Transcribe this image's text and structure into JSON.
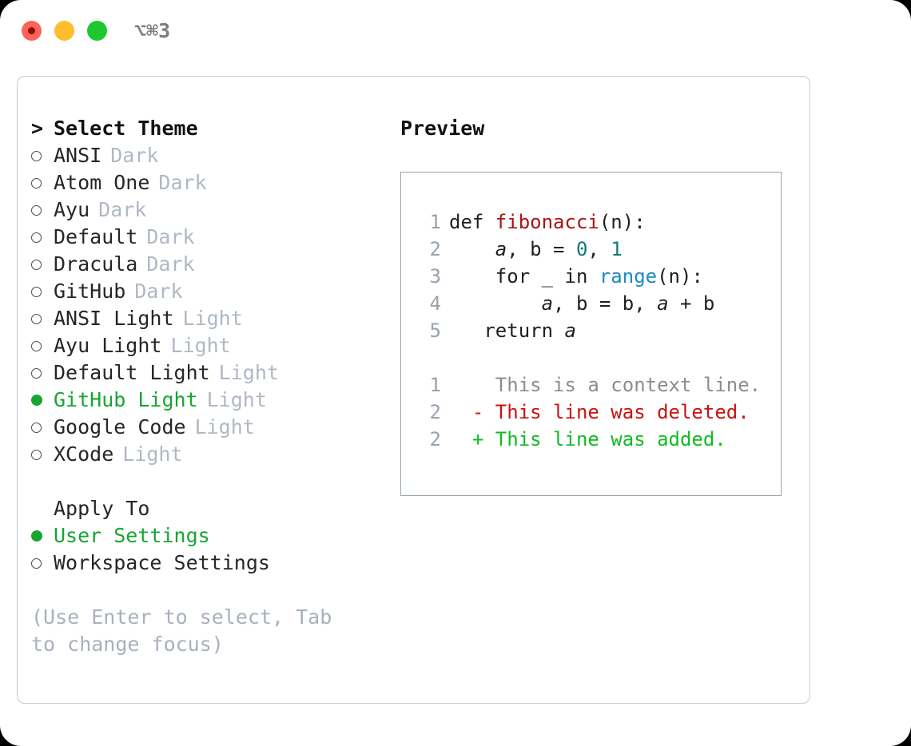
{
  "titlebar": {
    "shortcut": "⌥⌘3",
    "dots": [
      {
        "name": "close",
        "color": "#ff6259"
      },
      {
        "name": "minimize",
        "color": "#ffbd2e"
      },
      {
        "name": "maximize",
        "color": "#1fc72f"
      }
    ]
  },
  "theme_picker": {
    "caret": ">",
    "title": "Select Theme",
    "bullet_selected": "●",
    "bullet_unselected": "○",
    "items": [
      {
        "name": "ANSI",
        "tag": "Dark",
        "selected": false
      },
      {
        "name": "Atom One",
        "tag": "Dark",
        "selected": false
      },
      {
        "name": "Ayu",
        "tag": "Dark",
        "selected": false
      },
      {
        "name": "Default",
        "tag": "Dark",
        "selected": false
      },
      {
        "name": "Dracula",
        "tag": "Dark",
        "selected": false
      },
      {
        "name": "GitHub",
        "tag": "Dark",
        "selected": false
      },
      {
        "name": "ANSI Light",
        "tag": "Light",
        "selected": false
      },
      {
        "name": "Ayu Light",
        "tag": "Light",
        "selected": false
      },
      {
        "name": "Default Light",
        "tag": "Light",
        "selected": false
      },
      {
        "name": "GitHub Light",
        "tag": "Light",
        "selected": true
      },
      {
        "name": "Google Code",
        "tag": "Light",
        "selected": false
      },
      {
        "name": "XCode",
        "tag": "Light",
        "selected": false
      }
    ]
  },
  "apply_to": {
    "title": "Apply To",
    "items": [
      {
        "name": "User Settings",
        "selected": true
      },
      {
        "name": "Workspace Settings",
        "selected": false
      }
    ]
  },
  "hint": "(Use Enter to select, Tab to change focus)",
  "preview": {
    "title": "Preview",
    "code_lines": [
      {
        "no": "1",
        "indent": "",
        "tokens": [
          {
            "t": "def ",
            "c": "plain"
          },
          {
            "t": "fibonacci",
            "c": "fn"
          },
          {
            "t": "(n):",
            "c": "plain"
          }
        ]
      },
      {
        "no": "2",
        "indent": "    ",
        "tokens": [
          {
            "t": "a",
            "c": "var"
          },
          {
            "t": ", ",
            "c": "plain"
          },
          {
            "t": "b",
            "c": "plain"
          },
          {
            "t": " = ",
            "c": "plain"
          },
          {
            "t": "0",
            "c": "num"
          },
          {
            "t": ", ",
            "c": "plain"
          },
          {
            "t": "1",
            "c": "num"
          }
        ]
      },
      {
        "no": "3",
        "indent": "    ",
        "tokens": [
          {
            "t": "for _ in ",
            "c": "plain"
          },
          {
            "t": "range",
            "c": "kw"
          },
          {
            "t": "(n):",
            "c": "plain"
          }
        ]
      },
      {
        "no": "4",
        "indent": "        ",
        "tokens": [
          {
            "t": "a",
            "c": "var"
          },
          {
            "t": ", ",
            "c": "plain"
          },
          {
            "t": "b",
            "c": "plain"
          },
          {
            "t": " = b, ",
            "c": "plain"
          },
          {
            "t": "a",
            "c": "var"
          },
          {
            "t": " + b",
            "c": "plain"
          }
        ]
      },
      {
        "no": "5",
        "indent": "   ",
        "tokens": [
          {
            "t": "return ",
            "c": "plain"
          },
          {
            "t": "a",
            "c": "var"
          }
        ]
      }
    ],
    "diff_lines": [
      {
        "no": "1",
        "marker": " ",
        "text": "This is a context line.",
        "kind": "context"
      },
      {
        "no": "2",
        "marker": "-",
        "text": "This line was deleted.",
        "kind": "deleted"
      },
      {
        "no": "2",
        "marker": "+",
        "text": "This line was added.",
        "kind": "added"
      }
    ]
  },
  "colors": {
    "selected_green": "#17a533",
    "tag_gray": "#b0b8c4",
    "hint_gray": "#a8b0bd",
    "lineno_gray": "#98a2ad",
    "fn_red": "#a81414",
    "num_teal": "#0f7a77",
    "kw_blue": "#1a8bc4",
    "diff_del_red": "#cc1111",
    "diff_add_green": "#11bb22",
    "panel_border": "#c3cad5",
    "preview_border": "#97a3b0"
  }
}
